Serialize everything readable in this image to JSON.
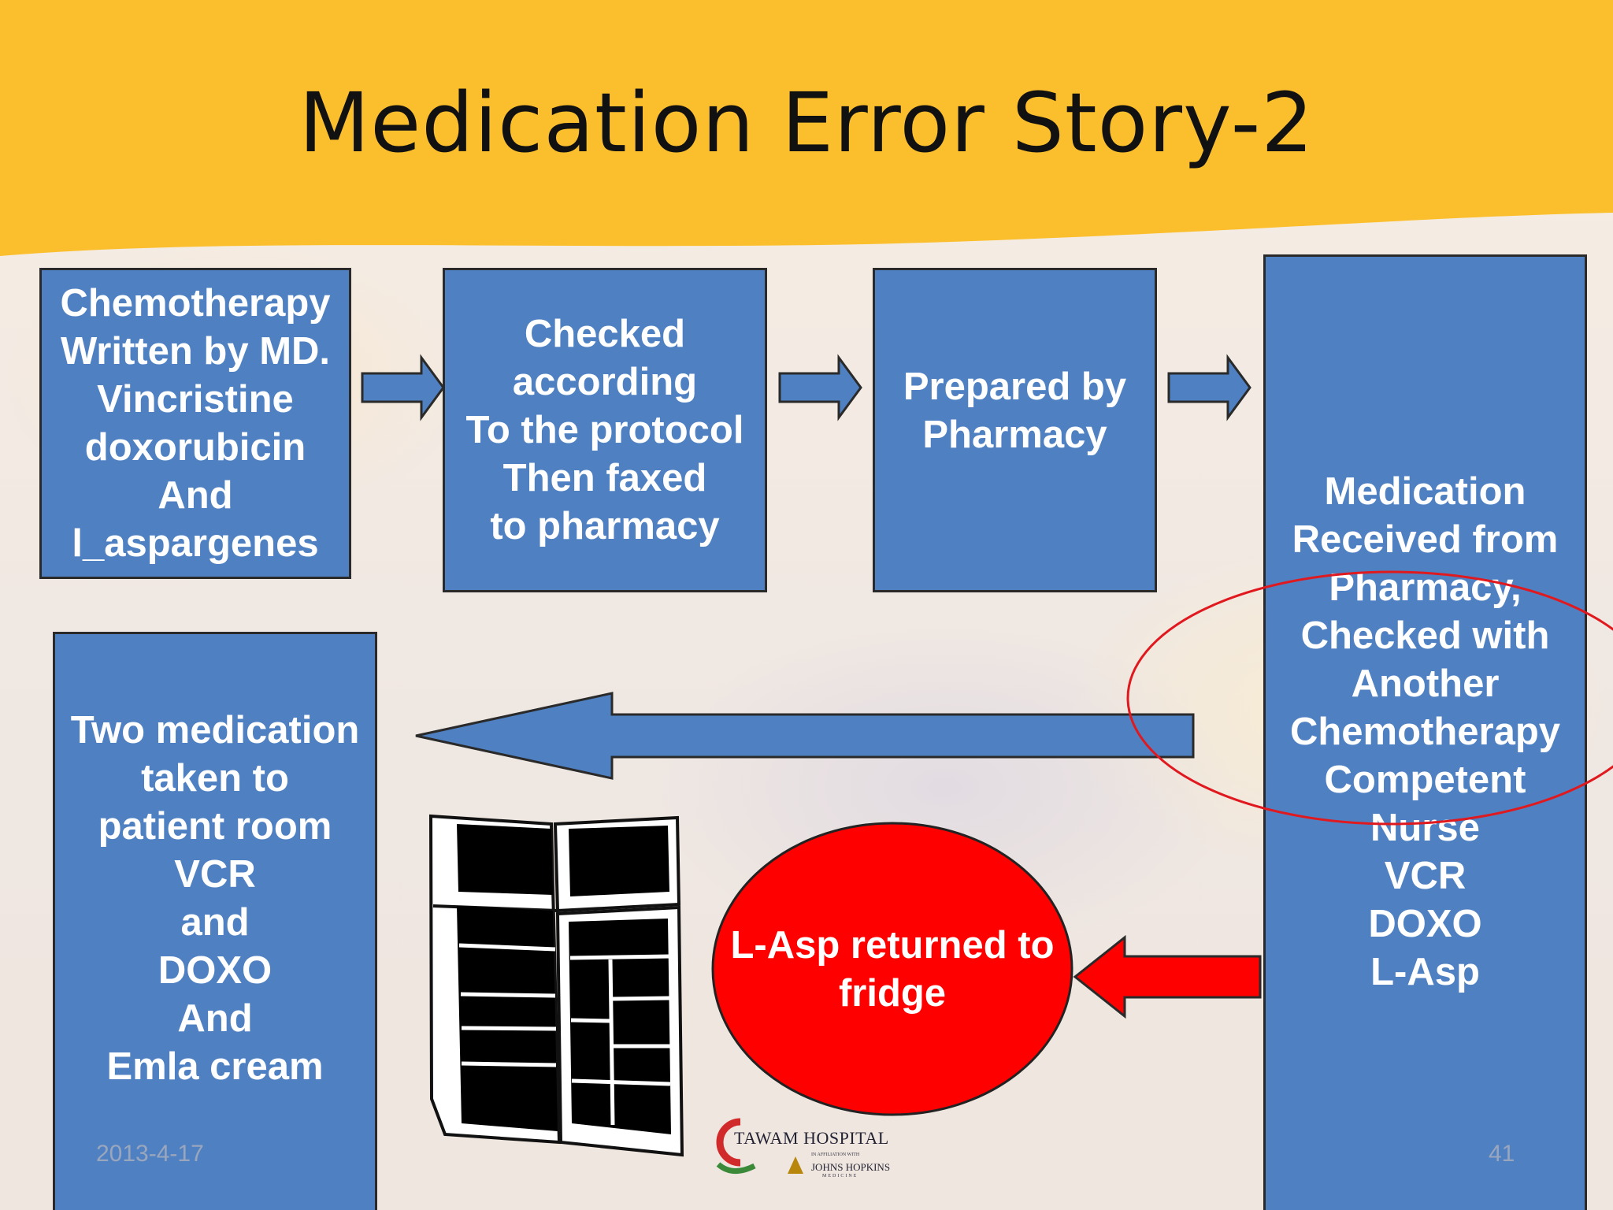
{
  "slide": {
    "title": "Medication Error Story-2",
    "date": "2013-4-17",
    "page_number": "41"
  },
  "steps": {
    "written": "Chemotherapy\nWritten by MD.\nVincristine\ndoxorubicin\nAnd\nl_aspargenes",
    "checked": "Checked\naccording\nTo the protocol\nThen faxed\nto pharmacy",
    "prepared": "Prepared by\nPharmacy",
    "received": "Medication\nReceived  from\nPharmacy,\nChecked with\nAnother\nChemotherapy\nCompetent\nNurse\nVCR\nDOXO\nL-Asp",
    "taken": "Two medication\ntaken to\npatient room\nVCR\nand\nDOXO\nAnd\nEmla cream",
    "returned": "L-Asp returned to\nfridge"
  },
  "logo": {
    "name": "TAWAM HOSPITAL",
    "affiliation": "IN AFFILIATION WITH",
    "partner": "JOHNS HOPKINS",
    "partner_sub": "MEDICINE"
  },
  "colors": {
    "box_fill": "#4f81c2",
    "banner": "#fbbf2d",
    "highlight_circle": "#e0191f",
    "red_node": "#fe0000"
  }
}
